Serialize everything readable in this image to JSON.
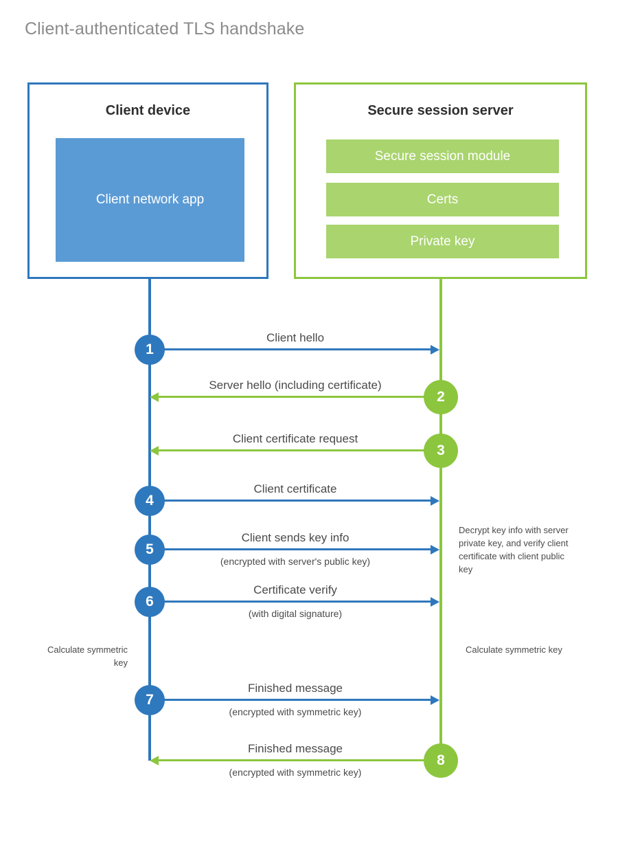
{
  "title": "Client-authenticated TLS handshake",
  "colors": {
    "client_blue": "#2e77bc",
    "client_app_fill": "#5b9bd5",
    "server_green": "#8cc63e",
    "server_bar_fill": "#a9d46e",
    "text_gray": "#4a4a4a",
    "title_gray": "#8b8b8b"
  },
  "client": {
    "title": "Client device",
    "app_label": "Client network app"
  },
  "server": {
    "title": "Secure session server",
    "components": [
      {
        "label": "Secure session module"
      },
      {
        "label": "Certs"
      },
      {
        "label": "Private key"
      }
    ]
  },
  "steps": [
    {
      "number": "1",
      "label": "Client hello",
      "sub": "",
      "from": "client",
      "direction": "right"
    },
    {
      "number": "2",
      "label": "Server hello (including certificate)",
      "sub": "",
      "from": "server",
      "direction": "left"
    },
    {
      "number": "3",
      "label": "Client certificate request",
      "sub": "",
      "from": "server",
      "direction": "left"
    },
    {
      "number": "4",
      "label": "Client certificate",
      "sub": "",
      "from": "client",
      "direction": "right"
    },
    {
      "number": "5",
      "label": "Client sends key info",
      "sub": "(encrypted with server's public key)",
      "from": "client",
      "direction": "right"
    },
    {
      "number": "6",
      "label": "Certificate verify",
      "sub": "(with digital signature)",
      "from": "client",
      "direction": "right"
    },
    {
      "number": "7",
      "label": "Finished message",
      "sub": "(encrypted with symmetric key)",
      "from": "client",
      "direction": "right"
    },
    {
      "number": "8",
      "label": "Finished message",
      "sub": "(encrypted with symmetric key)",
      "from": "server",
      "direction": "left"
    }
  ],
  "notes": {
    "client_calculate": "Calculate symmetric key",
    "server_decrypt": "Decrypt key info with server private key, and verify client certificate with client public key",
    "server_calculate": "Calculate symmetric key"
  }
}
